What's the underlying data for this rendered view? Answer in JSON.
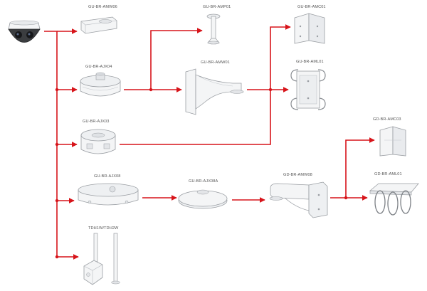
{
  "colors": {
    "connector": "#d7141a",
    "part_fill": "#f4f5f6",
    "part_stroke": "#9a9ea3",
    "label": "#555555"
  },
  "camera": {
    "icon": "dome-camera-icon"
  },
  "parts": [
    {
      "id": "amw06",
      "label": "GU-BR-AMW06",
      "icon": "wall-mount-plate-icon"
    },
    {
      "id": "amp01",
      "label": "GU-BR-AMP01",
      "icon": "pendant-pole-icon"
    },
    {
      "id": "amc01",
      "label": "GU-BR-AMC01",
      "icon": "corner-mount-icon"
    },
    {
      "id": "ajx04",
      "label": "GU-BR-AJX04",
      "icon": "junction-box-round-icon"
    },
    {
      "id": "amw01",
      "label": "GU-BR-AMW01",
      "icon": "wall-arm-bracket-icon"
    },
    {
      "id": "aml01",
      "label": "GU-BR-AML01",
      "icon": "pole-mount-adapter-icon"
    },
    {
      "id": "ajx03",
      "label": "GU-BR-AJX03",
      "icon": "junction-box-square-icon"
    },
    {
      "id": "amc03",
      "label": "GD-BR-AMC03",
      "icon": "corner-mount-icon"
    },
    {
      "id": "ajx08",
      "label": "GU-BR-AJX08",
      "icon": "junction-box-oval-icon"
    },
    {
      "id": "ajx08a",
      "label": "GU-BR-AJX08A",
      "icon": "adapter-plate-icon"
    },
    {
      "id": "amw08",
      "label": "GD-BR-AMW08",
      "icon": "wall-mount-bracket-icon"
    },
    {
      "id": "aml01b",
      "label": "GD-BR-AML01",
      "icon": "pole-clamp-icon"
    },
    {
      "id": "tdh",
      "label": "TDH1W/TDH2W",
      "icon": "ceiling-pendant-icon"
    }
  ]
}
